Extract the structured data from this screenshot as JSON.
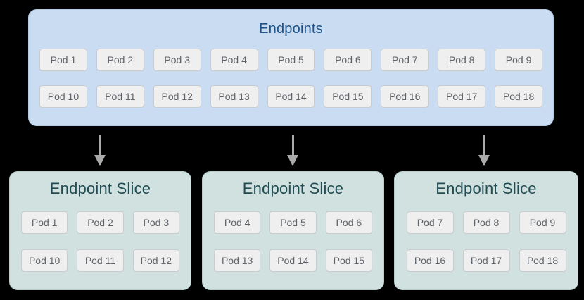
{
  "colors": {
    "background": "#000000",
    "endpoints_box_bg": "#c9dcf1",
    "endpoints_box_border": "#b3cde8",
    "endpoints_title": "#1d5289",
    "slice_box_bg": "#d0e1e0",
    "slice_box_border": "#b6cecd",
    "slice_title": "#1f4d53",
    "pod_bg": "#efeff0",
    "pod_border": "#c9cbcd",
    "pod_text": "#5f6368",
    "arrow": "#a8aaac"
  },
  "endpoints": {
    "title": "Endpoints",
    "rows": [
      [
        "Pod 1",
        "Pod 2",
        "Pod 3",
        "Pod 4",
        "Pod 5",
        "Pod 6",
        "Pod 7",
        "Pod 8",
        "Pod 9"
      ],
      [
        "Pod 10",
        "Pod 11",
        "Pod 12",
        "Pod 13",
        "Pod 14",
        "Pod 15",
        "Pod 16",
        "Pod 17",
        "Pod 18"
      ]
    ]
  },
  "arrows": [
    "down-arrow",
    "down-arrow",
    "down-arrow"
  ],
  "slices": [
    {
      "title": "Endpoint Slice",
      "rows": [
        [
          "Pod 1",
          "Pod 2",
          "Pod 3"
        ],
        [
          "Pod 10",
          "Pod 11",
          "Pod 12"
        ]
      ]
    },
    {
      "title": "Endpoint Slice",
      "rows": [
        [
          "Pod 4",
          "Pod 5",
          "Pod 6"
        ],
        [
          "Pod 13",
          "Pod 14",
          "Pod 15"
        ]
      ]
    },
    {
      "title": "Endpoint Slice",
      "rows": [
        [
          "Pod 7",
          "Pod 8",
          "Pod 9"
        ],
        [
          "Pod 16",
          "Pod 17",
          "Pod 18"
        ]
      ]
    }
  ]
}
